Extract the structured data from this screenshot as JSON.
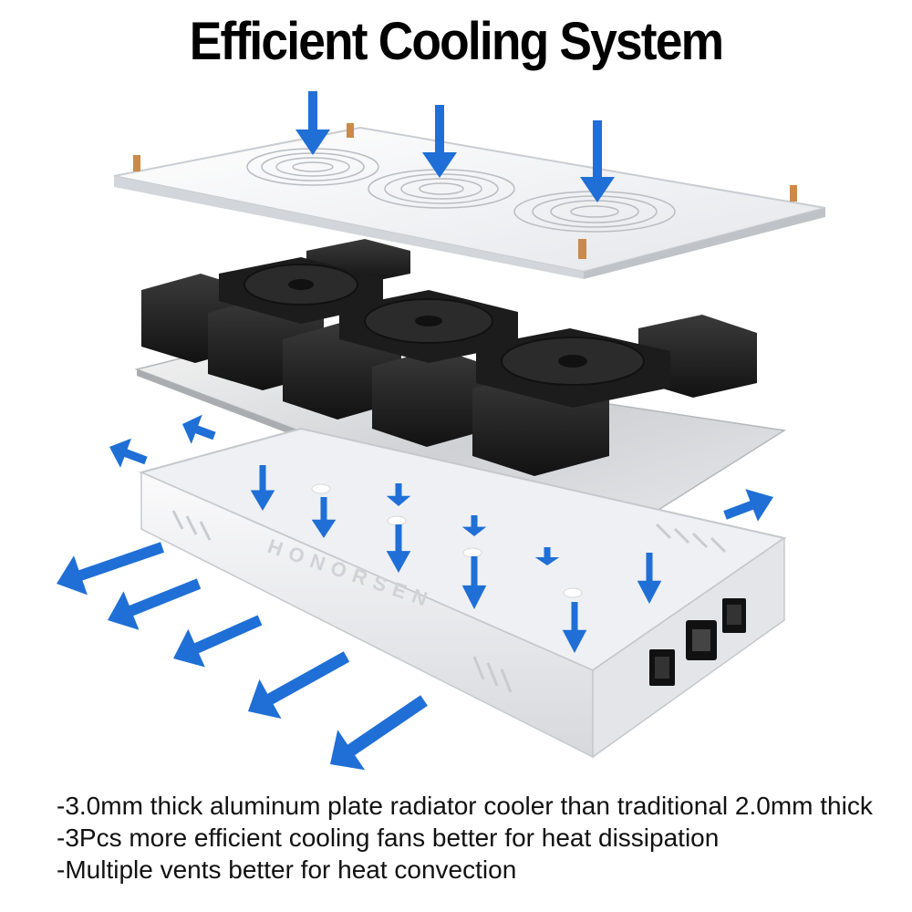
{
  "title": "Efficient Cooling System",
  "brand_mark": "HONORSEN",
  "features": [
    "-3.0mm thick aluminum plate radiator cooler than traditional 2.0mm thick",
    "-3Pcs more efficient cooling fans better for heat dissipation",
    "-Multiple vents better for heat convection"
  ],
  "colors": {
    "arrow": "#1f6fd6",
    "panel": "#f4f5f7",
    "driver_box": "#1a1a1a",
    "fan": "#222222"
  },
  "icons": [
    "airflow-arrow-icon",
    "cooling-fan-icon",
    "power-switch-icon",
    "power-socket-icon"
  ]
}
